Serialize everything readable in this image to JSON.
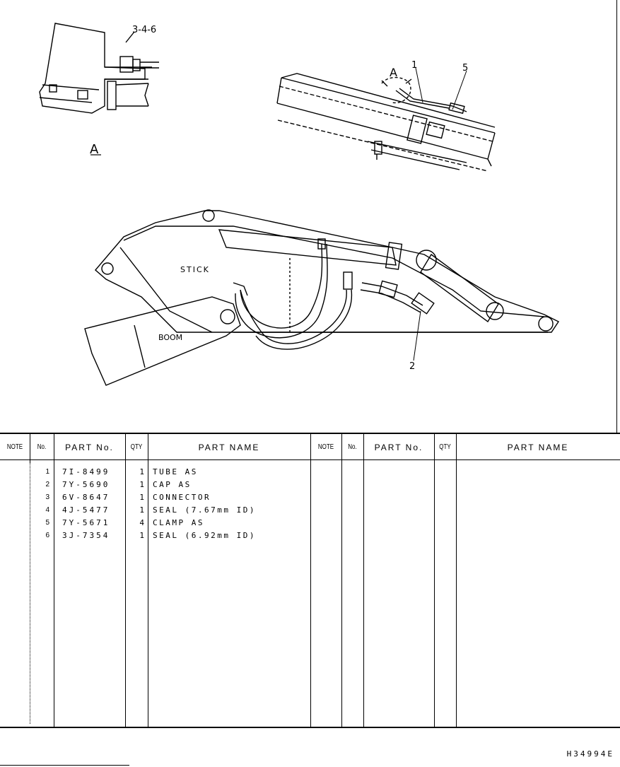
{
  "illustration": {
    "callouts": {
      "detail_parts": "3-4-6",
      "view_label": "A",
      "view_ref": "A",
      "item_1": "1",
      "item_5": "5",
      "item_2": "2",
      "stick": "STICK",
      "boom": "BOOM"
    }
  },
  "table": {
    "headers": {
      "note": "NOTE",
      "no": "No.",
      "part_no": "PART No.",
      "qty": "QTY",
      "part_name": "PART NAME",
      "note_right": "NOTE",
      "no_right": "No.",
      "part_no_right": "PART No.",
      "qty_right": "QTY",
      "part_name_right": "PART NAME"
    },
    "rows": [
      {
        "no": "1",
        "part_no": "7I-8499",
        "qty": "1",
        "name": "TUBE AS"
      },
      {
        "no": "2",
        "part_no": "7Y-5690",
        "qty": "1",
        "name": "CAP AS"
      },
      {
        "no": "3",
        "part_no": "6V-8647",
        "qty": "1",
        "name": "CONNECTOR"
      },
      {
        "no": "4",
        "part_no": "4J-5477",
        "qty": "1",
        "name": "SEAL (7.67mm ID)"
      },
      {
        "no": "5",
        "part_no": "7Y-5671",
        "qty": "4",
        "name": "CLAMP AS"
      },
      {
        "no": "6",
        "part_no": "3J-7354",
        "qty": "1",
        "name": "SEAL (6.92mm ID)"
      }
    ]
  },
  "document_code": "H34994E"
}
